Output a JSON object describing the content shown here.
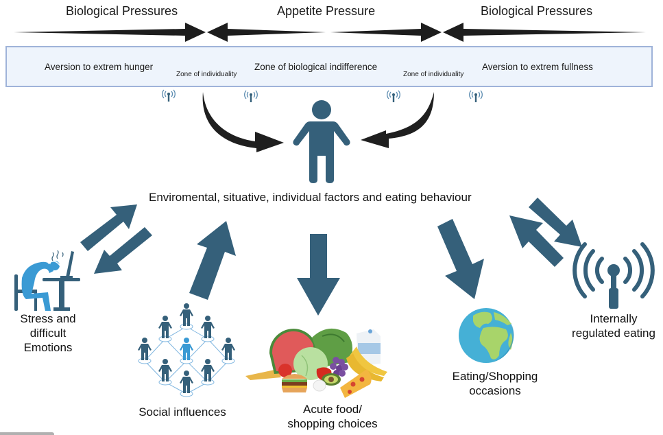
{
  "header": {
    "left_title": "Biological Pressures",
    "center_title": "Appetite Pressure",
    "right_title": "Biological Pressures"
  },
  "band": {
    "segments": [
      {
        "label": "Aversion to extrem hunger"
      },
      {
        "label": "Zone of individuality"
      },
      {
        "label": "Zone of biological indifference"
      },
      {
        "label": "Zone of individuality"
      },
      {
        "label": "Aversion to extrem fullness"
      }
    ]
  },
  "center": {
    "label": "Enviromental, situative, individual factors and eating behaviour",
    "icon": "person-icon"
  },
  "factors": [
    {
      "id": "stress",
      "line1": "Stress and",
      "line2": "difficult",
      "line3": "Emotions",
      "icon": "stressed-person-at-desk-icon"
    },
    {
      "id": "social",
      "line1": "Social influences",
      "icon": "social-network-people-icon"
    },
    {
      "id": "food",
      "line1": "Acute food/",
      "line2": "shopping choices",
      "icon": "food-assortment-icon"
    },
    {
      "id": "occasions",
      "line1": "Eating/Shopping",
      "line2": "occasions",
      "icon": "globe-icon"
    },
    {
      "id": "internal",
      "line1": "Internally",
      "line2": "regulated eating",
      "icon": "antenna-signal-icon"
    }
  ],
  "colors": {
    "arrow_blue": "#35607a",
    "arrow_black": "#222222",
    "band_fill": "#eef4fc",
    "band_border": "#9fb3d9",
    "accent_light_blue": "#3a9ad4",
    "globe_ocean": "#45b0d6",
    "globe_land": "#a8d46a"
  }
}
